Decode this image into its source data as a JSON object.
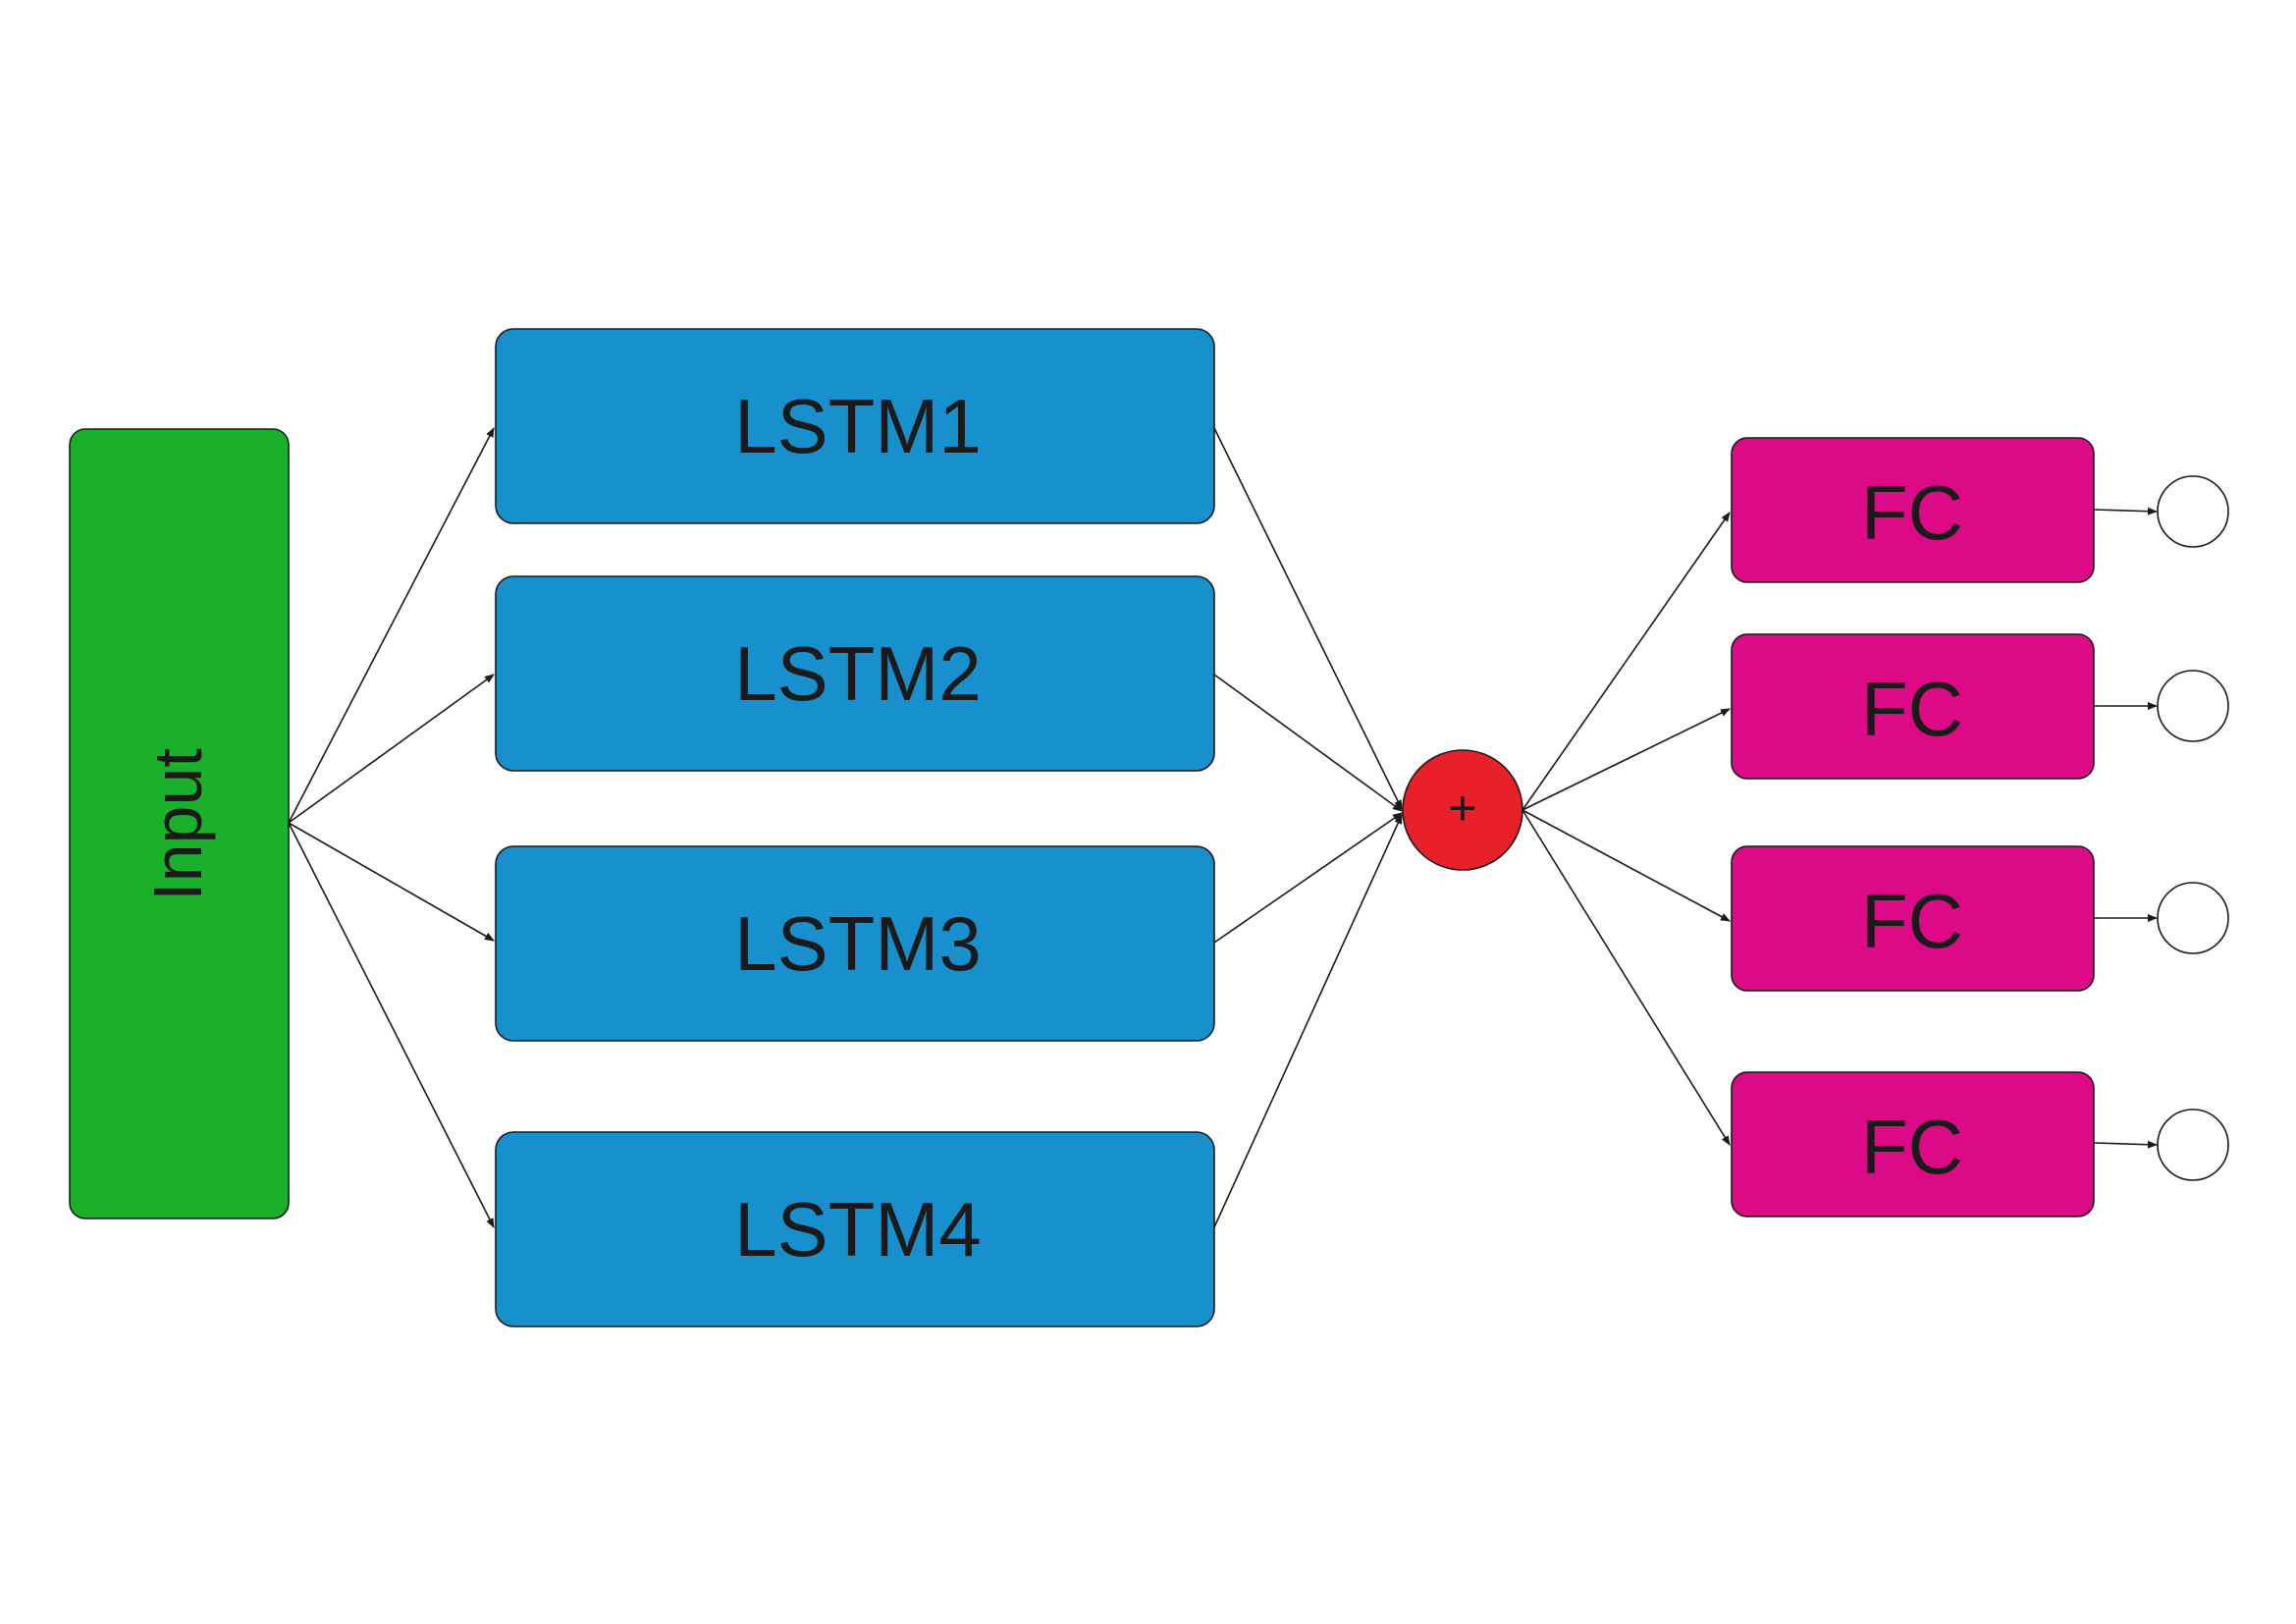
{
  "nodes": {
    "input": {
      "label": "Input",
      "color": "#1bb02c"
    },
    "lstm": [
      {
        "label": "LSTM1",
        "color": "#1790cd"
      },
      {
        "label": "LSTM2",
        "color": "#1790cd"
      },
      {
        "label": "LSTM3",
        "color": "#1790cd"
      },
      {
        "label": "LSTM4",
        "color": "#1790cd"
      }
    ],
    "sum": {
      "label": "+",
      "color": "#e8202a"
    },
    "fc": [
      {
        "label": "FC",
        "color": "#dc0a86"
      },
      {
        "label": "FC",
        "color": "#dc0a86"
      },
      {
        "label": "FC",
        "color": "#dc0a86"
      },
      {
        "label": "FC",
        "color": "#dc0a86"
      }
    ],
    "outputs": [
      {
        "color": "#ffffff"
      },
      {
        "color": "#ffffff"
      },
      {
        "color": "#ffffff"
      },
      {
        "color": "#ffffff"
      }
    ]
  },
  "edge_color": "#1a1a1a",
  "edges": [
    {
      "from": "Input",
      "to": "LSTM1"
    },
    {
      "from": "Input",
      "to": "LSTM2"
    },
    {
      "from": "Input",
      "to": "LSTM3"
    },
    {
      "from": "Input",
      "to": "LSTM4"
    },
    {
      "from": "LSTM1",
      "to": "+"
    },
    {
      "from": "LSTM2",
      "to": "+"
    },
    {
      "from": "LSTM3",
      "to": "+"
    },
    {
      "from": "LSTM4",
      "to": "+"
    },
    {
      "from": "+",
      "to": "FC"
    },
    {
      "from": "+",
      "to": "FC"
    },
    {
      "from": "+",
      "to": "FC"
    },
    {
      "from": "+",
      "to": "FC"
    },
    {
      "from": "FC",
      "to": "output"
    },
    {
      "from": "FC",
      "to": "output"
    },
    {
      "from": "FC",
      "to": "output"
    },
    {
      "from": "FC",
      "to": "output"
    }
  ]
}
